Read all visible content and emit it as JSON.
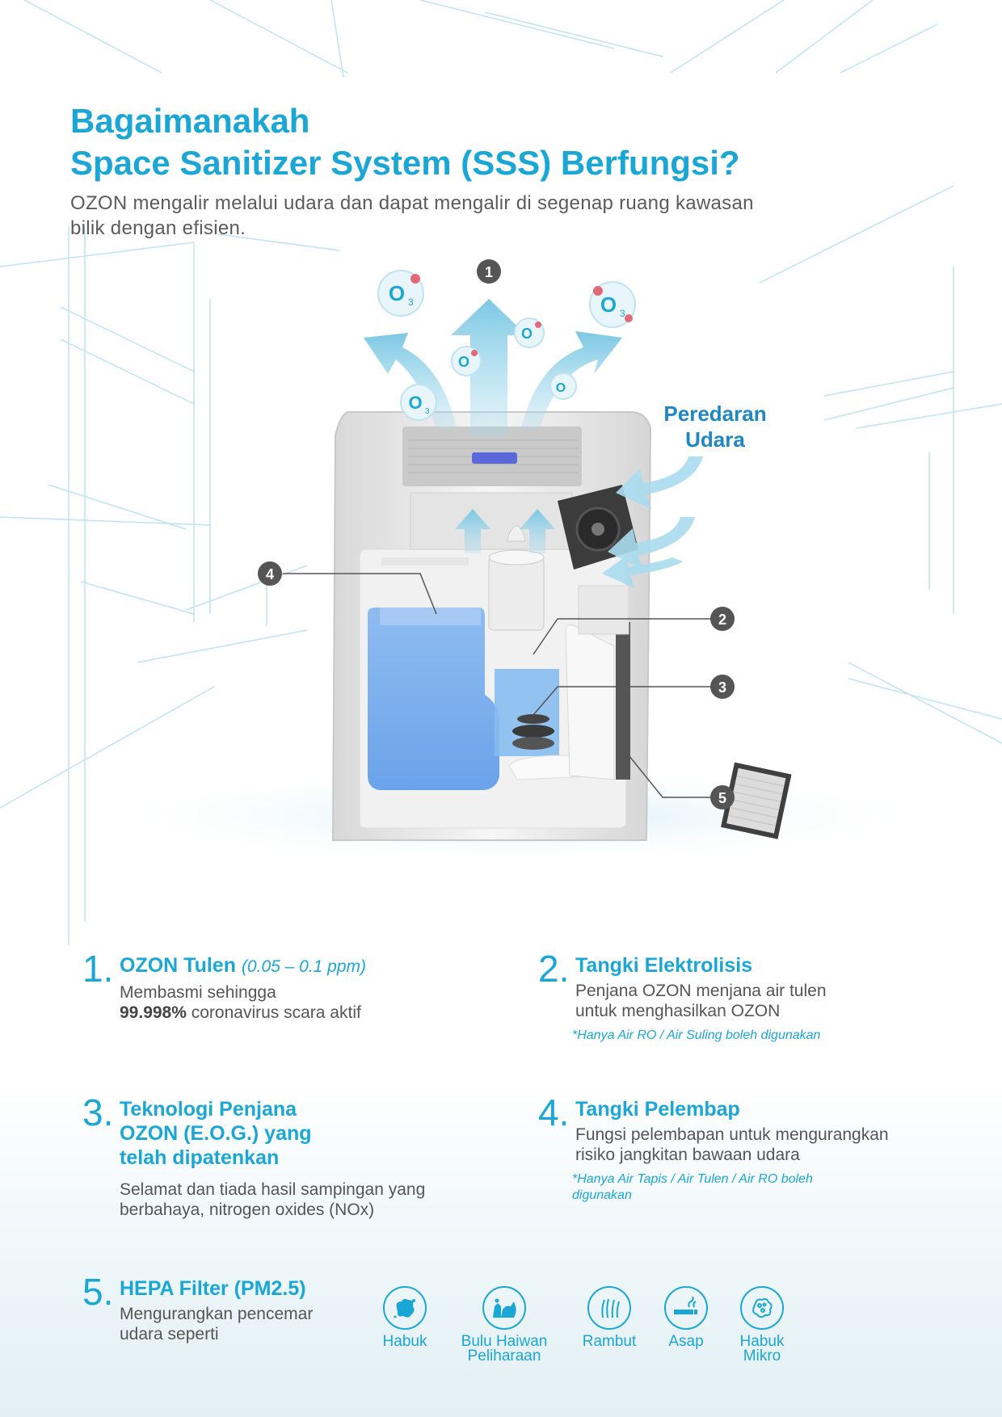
{
  "page": {
    "title_line1": "Bagaimanakah",
    "title_line2": "Space Sanitizer System (SSS) Berfungsi?",
    "intro_line1": "OZON mengalir melalui udara dan dapat mengalir di segenap ruang kawasan",
    "intro_line2": "bilik dengan efisien."
  },
  "diagram": {
    "air_label_line1": "Peredaran",
    "air_label_line2": "Udara",
    "callouts": [
      "1",
      "2",
      "3",
      "4",
      "5"
    ],
    "ozone_label": "O",
    "ozone_sub": "3"
  },
  "features": [
    {
      "num": "1.",
      "title": "OZON Tulen",
      "title_extra": "(0.05 – 0.1 ppm)",
      "desc1": "Membasmi sehingga",
      "desc2_bold": "99.998%",
      "desc2": " coronavirus scara aktif"
    },
    {
      "num": "2.",
      "title": "Tangki Elektrolisis",
      "desc1": "Penjana OZON menjana air tulen",
      "desc2": "untuk menghasilkan OZON",
      "note": "*Hanya Air RO / Air Suling boleh digunakan"
    },
    {
      "num": "3.",
      "title1": "Teknologi Penjana",
      "title2": "OZON (E.O.G.) yang",
      "title3": "telah dipatenkan",
      "desc1": "Selamat dan tiada hasil sampingan yang",
      "desc2": "berbahaya, nitrogen oxides (NOx)"
    },
    {
      "num": "4.",
      "title": "Tangki Pelembap",
      "desc1": "Fungsi pelembapan untuk mengurangkan",
      "desc2": "risiko jangkitan bawaan udara",
      "note1": "*Hanya Air Tapis / Air Tulen / Air RO boleh",
      "note2": "digunakan"
    },
    {
      "num": "5.",
      "title": "HEPA Filter (PM2.5)",
      "desc1": "Mengurangkan pencemar",
      "desc2": "udara seperti"
    }
  ],
  "pollutants": [
    {
      "icon": "dust-icon",
      "label1": "Habuk",
      "label2": ""
    },
    {
      "icon": "pet-hair-icon",
      "label1": "Bulu Haiwan",
      "label2": "Peliharaan"
    },
    {
      "icon": "hair-icon",
      "label1": "Rambut",
      "label2": ""
    },
    {
      "icon": "smoke-icon",
      "label1": "Asap",
      "label2": ""
    },
    {
      "icon": "micro-dust-icon",
      "label1": "Habuk",
      "label2": "Mikro"
    }
  ],
  "colors": {
    "accent": "#1aa7d6",
    "accent_dark": "#1f88c4",
    "callout": "#555555",
    "tank": "#7fb2ee"
  }
}
